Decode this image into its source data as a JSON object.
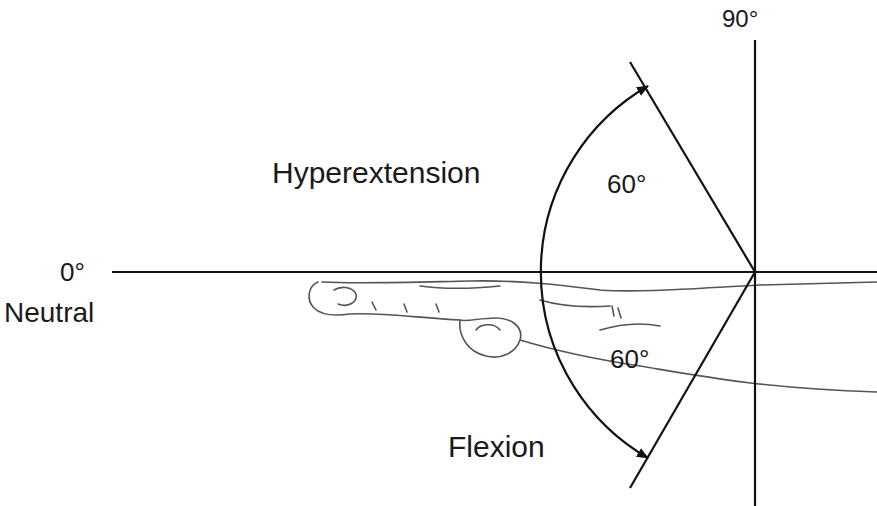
{
  "diagram": {
    "labels": [
      "90°",
      "Hyperextension",
      "60°",
      "0°",
      "Neutral",
      "60°",
      "Flexion"
    ]
  }
}
